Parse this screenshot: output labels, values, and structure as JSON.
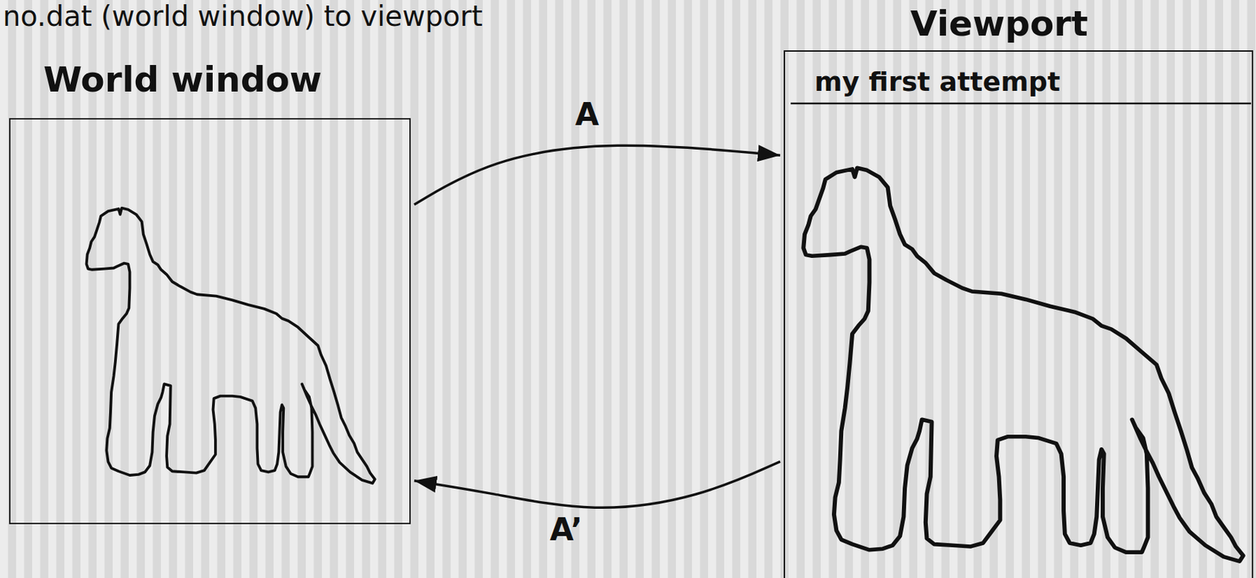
{
  "diagram": {
    "title": "no.dat (world window) to viewport",
    "nodes": [
      {
        "text": [
          "World window"
        ]
      },
      {
        "text": [
          "Viewport",
          "my first attempt"
        ]
      }
    ],
    "edges": [
      {
        "from": 0,
        "to": 1,
        "arrow": "to",
        "label": "A"
      },
      {
        "from": 1,
        "to": 0,
        "arrow": "to",
        "label": "A’"
      }
    ]
  }
}
